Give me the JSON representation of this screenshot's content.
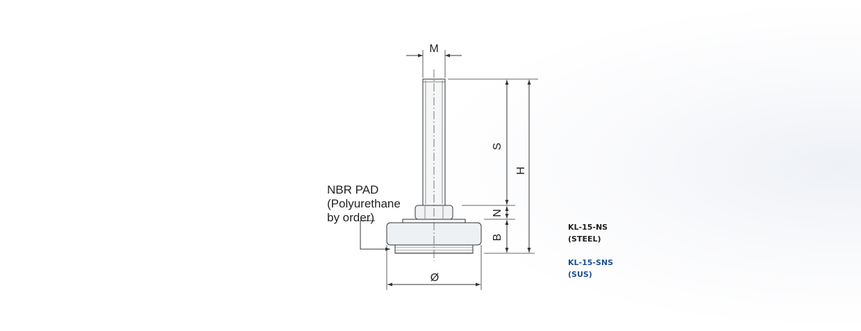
{
  "diagram": {
    "dimensions": {
      "m": "M",
      "s": "S",
      "h": "H",
      "n": "N",
      "b": "B",
      "diameter": "Ø"
    },
    "callout": {
      "line1": "NBR PAD",
      "line2": "(Polyurethane",
      "line3": "by order)"
    }
  },
  "models": [
    {
      "code": "KL-15-NS",
      "material": "(STEEL)",
      "color": "#1f1f1f"
    },
    {
      "code": "KL-15-SNS",
      "material": "(SUS)",
      "color": "#1d4f8f"
    }
  ],
  "colors": {
    "line": "#333333",
    "pad": "#eef1f4",
    "accent": "#1d4f8f"
  }
}
